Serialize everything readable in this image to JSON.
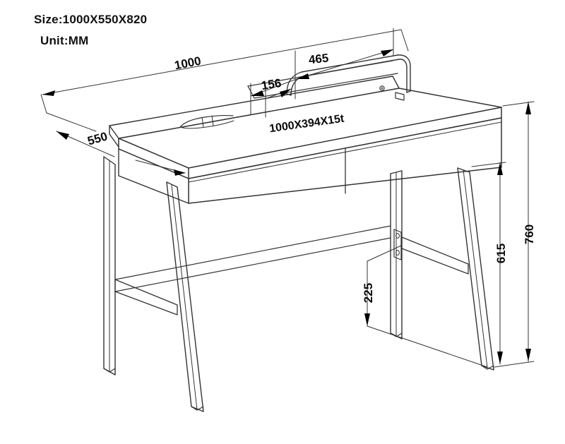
{
  "header": {
    "size_label": "Size:1000X550X820",
    "unit_label": "Unit:MM"
  },
  "dimensions": {
    "overall_width": "1000",
    "rail_width": "465",
    "rail_offset": "156",
    "depth": "550",
    "tabletop_spec": "1000X394X15t",
    "total_height": "760",
    "leg_height": "615",
    "stretcher_height": "225"
  },
  "colors": {
    "line": "#333333",
    "text": "#0a0a0a",
    "background": "#ffffff"
  }
}
